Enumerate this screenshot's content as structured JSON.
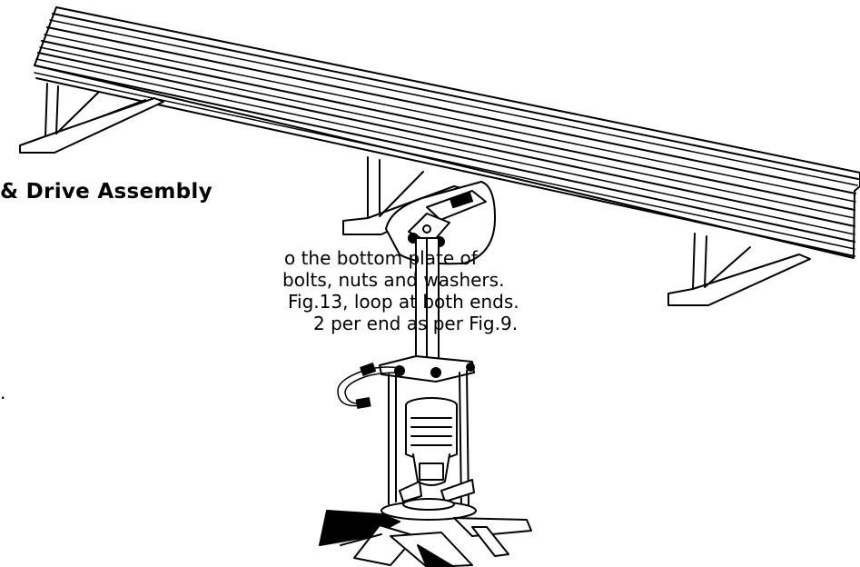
{
  "section": {
    "heading": "& Drive Assembly",
    "lines": [
      "o the bottom plate of",
      "bolts, nuts and washers.",
      "Fig.13, loop at both ends.",
      "2 per end as per Fig.9.",
      "."
    ]
  },
  "colors": {
    "ink": "#000000",
    "paper": "#ffffff"
  }
}
